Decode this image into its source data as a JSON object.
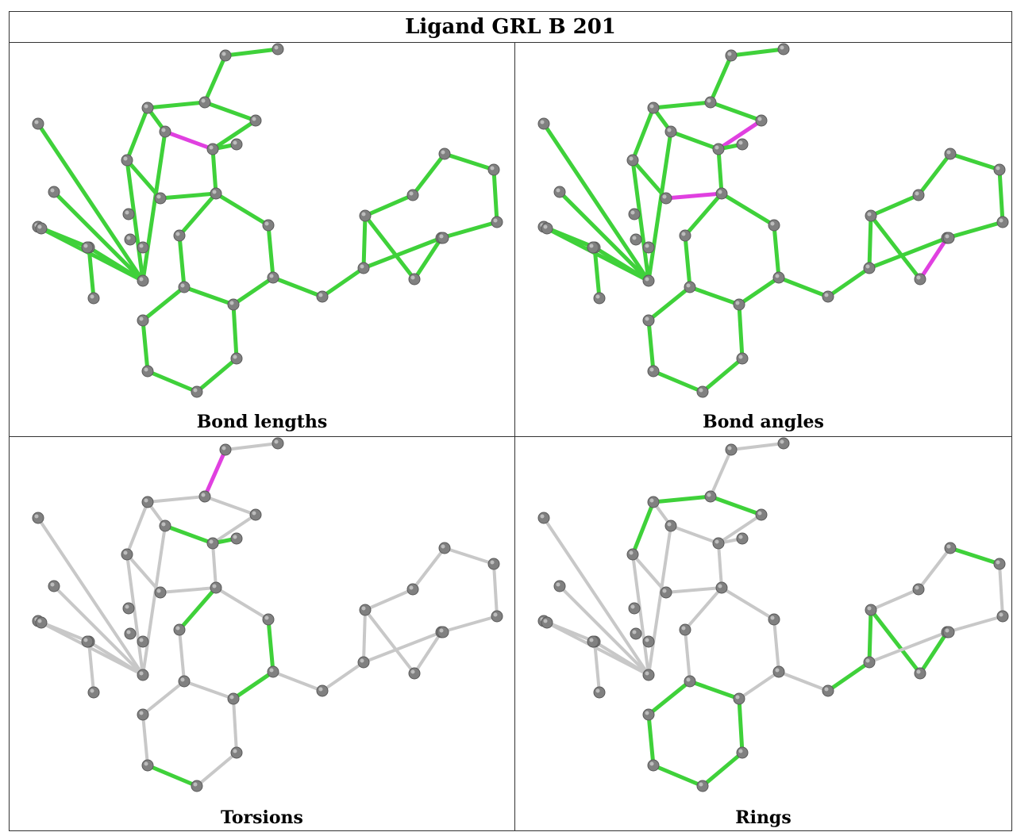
{
  "header": {
    "title": "Ligand GRL B 201"
  },
  "colors": {
    "good_bond": "#3fd13a",
    "outlier_bond": "#e040e0",
    "neutral_bond": "#c8c8c8",
    "atom": "#808080",
    "border": "#333333"
  },
  "panels": [
    {
      "key": "bond-lengths",
      "caption": "Bond lengths",
      "highlight": [
        [
          28,
          37
        ],
        [
          28,
          36
        ],
        [
          28,
          38
        ],
        [
          5,
          7
        ],
        [
          5,
          6
        ]
      ],
      "mode": "lengths"
    },
    {
      "key": "bond-angles",
      "caption": "Bond angles",
      "highlight": [
        [
          28,
          37
        ],
        [
          28,
          38
        ],
        [
          6,
          8
        ],
        [
          7,
          9
        ],
        [
          9,
          10
        ],
        [
          10,
          11
        ],
        [
          8,
          9
        ],
        [
          21,
          23
        ],
        [
          23,
          24
        ]
      ],
      "mode": "angles"
    },
    {
      "key": "torsions",
      "caption": "Torsions",
      "green": [
        [
          5,
          6
        ],
        [
          6,
          7
        ],
        [
          7,
          8
        ],
        [
          9,
          11
        ],
        [
          8,
          10
        ],
        [
          11,
          12
        ],
        [
          12,
          13
        ],
        [
          13,
          14
        ],
        [
          13,
          17
        ],
        [
          17,
          18
        ],
        [
          16,
          38
        ],
        [
          38,
          39
        ],
        [
          5,
          37
        ]
      ],
      "magenta": [
        [
          1,
          2
        ]
      ],
      "mode": "torsions"
    },
    {
      "key": "rings",
      "caption": "Rings",
      "green": [
        [
          2,
          3
        ],
        [
          3,
          4
        ],
        [
          4,
          5
        ],
        [
          5,
          7
        ],
        [
          7,
          8
        ],
        [
          8,
          2
        ],
        [
          14,
          15
        ],
        [
          15,
          16
        ],
        [
          16,
          17
        ],
        [
          17,
          18
        ],
        [
          18,
          19
        ],
        [
          19,
          14
        ],
        [
          20,
          21
        ],
        [
          21,
          22
        ],
        [
          22,
          23
        ],
        [
          23,
          24
        ],
        [
          24,
          25
        ],
        [
          25,
          20
        ],
        [
          26,
          27
        ],
        [
          27,
          21
        ],
        [
          20,
          26
        ],
        [
          24,
          25
        ]
      ],
      "mode": "rings"
    }
  ]
}
